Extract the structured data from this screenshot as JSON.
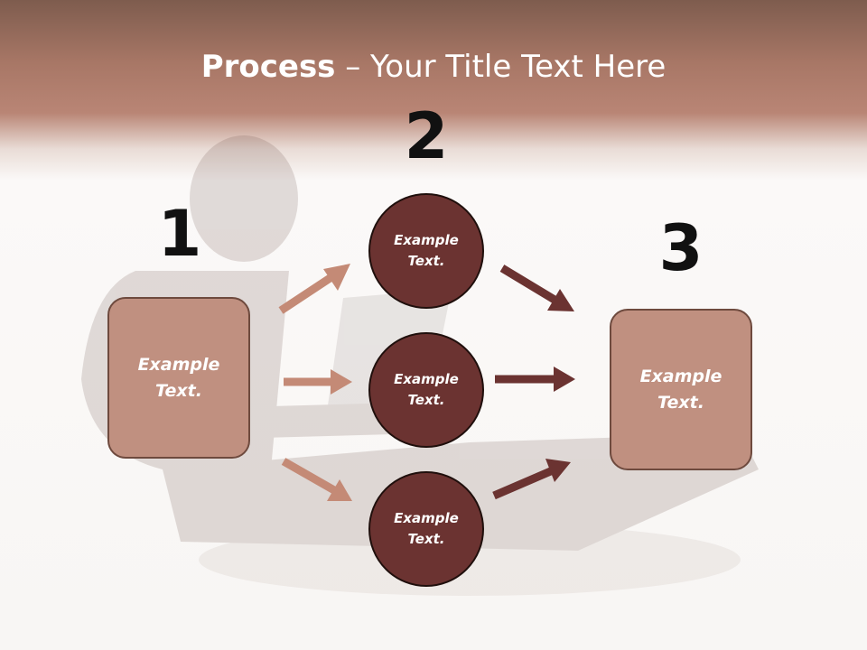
{
  "title": {
    "bold": "Process",
    "rest": " – Your Title Text Here"
  },
  "steps": [
    {
      "number": "1",
      "text": "Example\nText."
    },
    {
      "number": "2",
      "items": [
        "Example\nText.",
        "Example\nText.",
        "Example\nText."
      ]
    },
    {
      "number": "3",
      "text": "Example\nText."
    }
  ],
  "colors": {
    "box_fill": "#c09080",
    "circle_fill": "#6b3331",
    "arrow_light": "#c48a76",
    "arrow_dark": "#6b3331",
    "header": "#a87766"
  }
}
